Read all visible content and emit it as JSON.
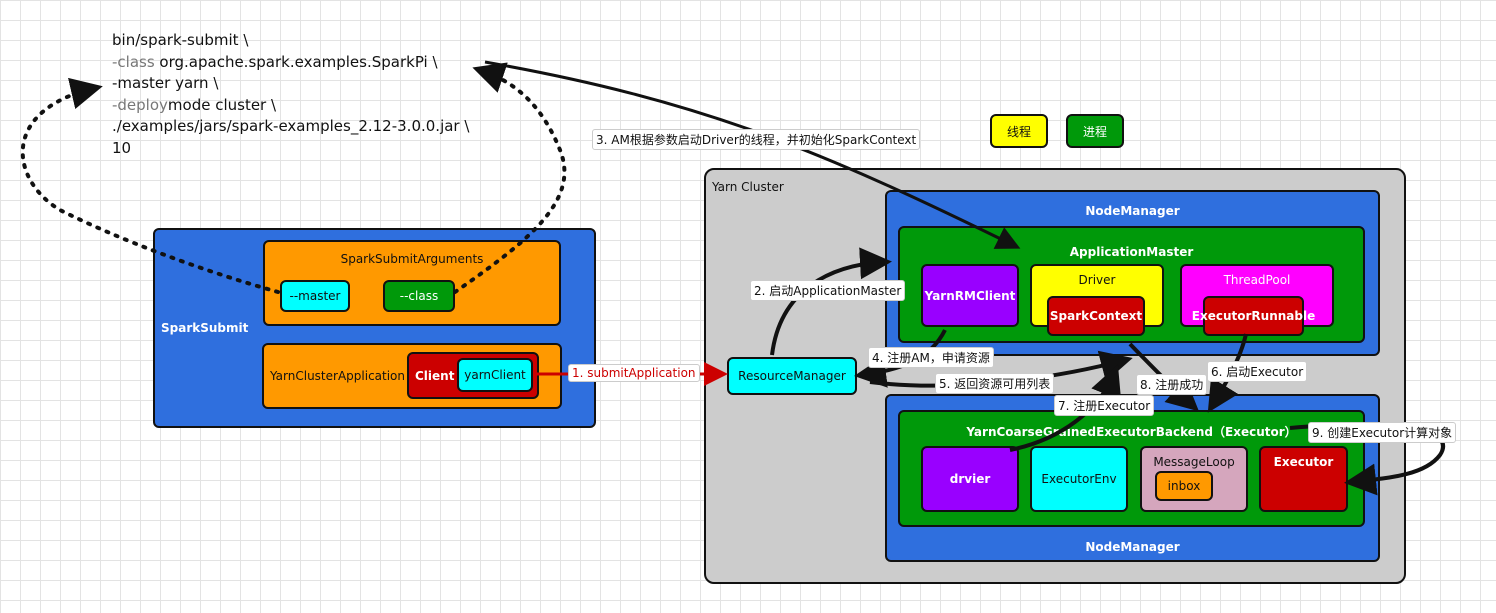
{
  "command": {
    "line1": "bin/spark-submit \\",
    "line2_prefix": "-class",
    "line2_rest": " org.apache.spark.examples.SparkPi \\",
    "line3": "-master yarn \\",
    "line4_prefix": "-deploy",
    "line4_rest": "mode cluster \\",
    "line5": "./examples/jars/spark-examples_2.12-3.0.0.jar \\",
    "line6": "10"
  },
  "legend": {
    "thread": "线程",
    "process": "进程"
  },
  "spark_submit": {
    "title": "SparkSubmit",
    "arguments": {
      "title": "SparkSubmitArguments",
      "master": "--master",
      "class": "--class"
    },
    "yarn_cluster_app": {
      "title": "YarnClusterApplication",
      "client": "Client",
      "yarn_client": "yarnClient"
    }
  },
  "yarn_cluster": {
    "title": "Yarn Cluster",
    "resource_manager": "ResourceManager",
    "node_manager_top": {
      "title": "NodeManager",
      "application_master": {
        "title": "ApplicationMaster",
        "yarn_rm_client": "YarnRMClient",
        "driver": "Driver",
        "spark_context": "SparkContext",
        "thread_pool": "ThreadPool",
        "executor_runnable": "ExecutorRunnable"
      }
    },
    "node_manager_bottom": {
      "title": "NodeManager",
      "backend": {
        "title": "YarnCoarseGrainedExecutorBackend（Executor）",
        "drvier": "drvier",
        "executor_env": "ExecutorEnv",
        "message_loop": "MessageLoop",
        "inbox": "inbox",
        "executor": "Executor"
      }
    }
  },
  "steps": {
    "s1": "1. submitApplication",
    "s2": "2. 启动ApplicationMaster",
    "s3": "3. AM根据参数启动Driver的线程，并初始化SparkContext",
    "s4": "4. 注册AM，申请资源",
    "s5": "5. 返回资源可用列表",
    "s6": "6. 启动Executor",
    "s7": "7. 注册Executor",
    "s8": "8. 注册成功",
    "s9": "9. 创建Executor计算对象"
  }
}
